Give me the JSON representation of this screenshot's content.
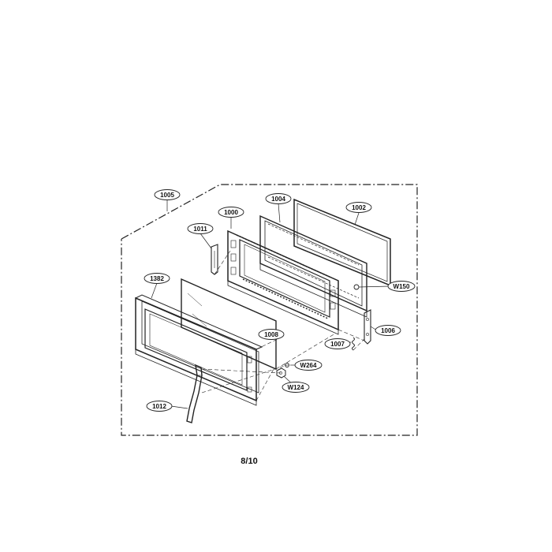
{
  "callouts": {
    "c1005": "1005",
    "c1004": "1004",
    "c1002": "1002",
    "c1000": "1000",
    "c1011": "1011",
    "c1382": "1382",
    "cW150": "W150",
    "c1008": "1008",
    "c1007": "1007",
    "c1006": "1006",
    "cW264": "W264",
    "cW124": "W124",
    "c1012": "1012"
  },
  "page_number": "8/10"
}
